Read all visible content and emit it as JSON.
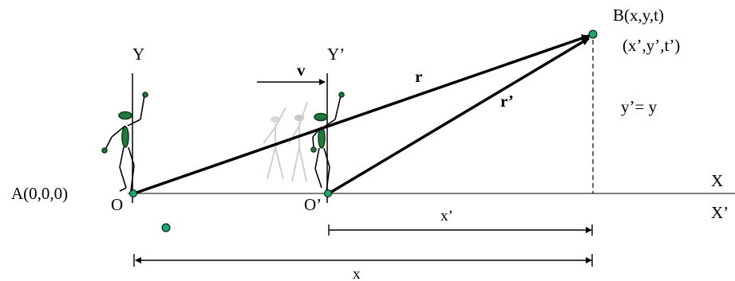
{
  "labels": {
    "point_b": "B(x,y,t)",
    "point_b_primed": "(x’,y’,t’)",
    "y_axis": "Y",
    "y_prime_axis": "Y’",
    "velocity": "v",
    "vector_r": "r",
    "vector_r_prime": "r’",
    "relation": "y’= y",
    "point_a": "A(0,0,0)",
    "origin_o": "O",
    "origin_o_prime": "O’",
    "x_axis": "X",
    "x_prime_axis": "X’",
    "dist_x_prime": "x’",
    "dist_x": "x"
  },
  "colors": {
    "line": "#000000",
    "figure_green": "#1f7a3c",
    "point_fill": "#17a86b",
    "ghost": "#cfcfcf"
  }
}
